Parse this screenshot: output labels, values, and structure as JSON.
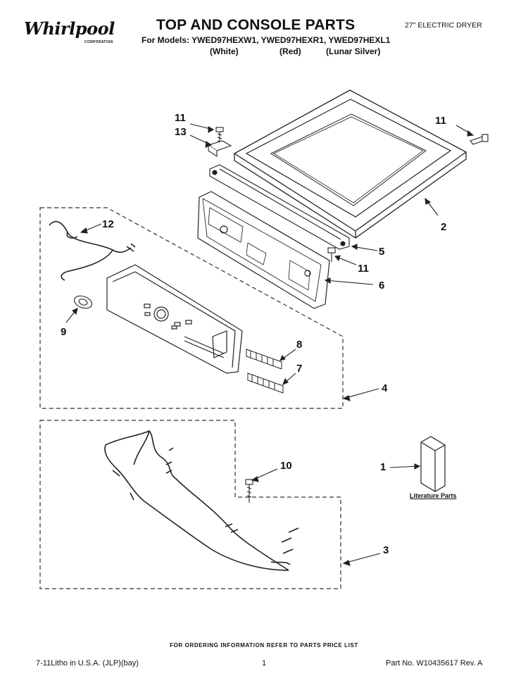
{
  "header": {
    "brand": "Whirlpool",
    "brand_sub": "CORPORATION",
    "title": "TOP AND CONSOLE PARTS",
    "models": "For Models: YWED97HEXW1, YWED97HEXR1, YWED97HEXL1",
    "variants": [
      "(White)",
      "(Red)",
      "(Lunar Silver)"
    ],
    "product": "27\" ELECTRIC DRYER"
  },
  "callouts": [
    "11",
    "13",
    "11",
    "12",
    "2",
    "5",
    "11",
    "6",
    "9",
    "8",
    "7",
    "4",
    "10",
    "1",
    "3"
  ],
  "literature_label": "Literature Parts",
  "footer": {
    "order_note": "FOR ORDERING INFORMATION REFER TO PARTS PRICE LIST",
    "litho": "7-11Litho in U.S.A. (JLP)(bay)",
    "page": "1",
    "part_no": "Part No. W10435617 Rev. A"
  }
}
